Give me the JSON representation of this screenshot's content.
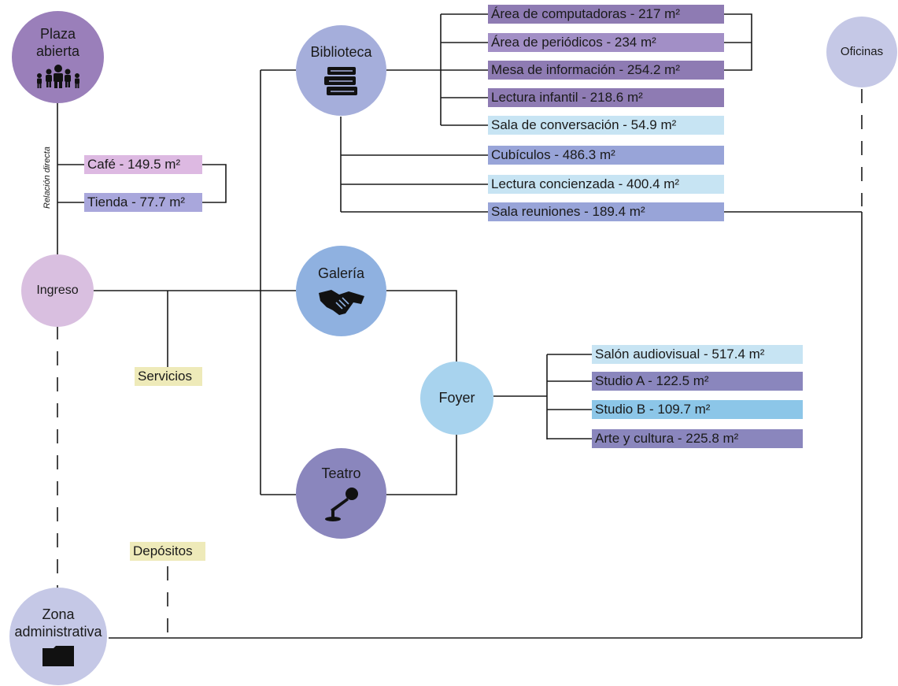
{
  "colors": {
    "line": "#1a1a1a",
    "plaza": "#9a7fba",
    "ingreso": "#d9bfe0",
    "biblioteca": "#a5aedb",
    "galeria": "#8fb1e0",
    "teatro": "#8a86bd",
    "foyer": "#a8d3ee",
    "oficinas": "#c5c8e6",
    "zona": "#c5c8e6",
    "cafe": "#ddb9e2",
    "tienda": "#a9a7dc",
    "yellow": "#eeeab9",
    "violet_dark": "#8e7bb3",
    "violet_mid": "#a28fc6",
    "blue_mid": "#98a4d8",
    "blue_light": "#c7e4f3",
    "blue_sky": "#8cc6e8"
  },
  "nodes": {
    "plaza": {
      "label": "Plaza abierta",
      "icon": "family-icon"
    },
    "ingreso": {
      "label": "Ingreso"
    },
    "biblioteca": {
      "label": "Biblioteca",
      "icon": "books-icon"
    },
    "galeria": {
      "label": "Galería",
      "icon": "handshake-icon"
    },
    "teatro": {
      "label": "Teatro",
      "icon": "microphone-icon"
    },
    "foyer": {
      "label": "Foyer"
    },
    "oficinas": {
      "label": "Oficinas"
    },
    "zona": {
      "label": "Zona administrativa",
      "icon": "folder-icon"
    }
  },
  "relation_label": "Relación directa",
  "boxes": {
    "cafe": "Café - 149.5 m²",
    "tienda": "Tienda - 77.7 m²",
    "servicios": "Servicios",
    "depositos": "Depósitos",
    "computadoras": "Área de computadoras - 217 m²",
    "periodicos": "Área de periódicos - 234 m²",
    "mesa": "Mesa de información - 254.2 m²",
    "infantil": "Lectura infantil - 218.6 m²",
    "conversacion": "Sala de conversación - 54.9 m²",
    "cubiculos": "Cubículos - 486.3 m²",
    "concienzada": "Lectura concienzada - 400.4 m²",
    "reuniones": "Sala reuniones - 189.4 m²",
    "audiovisual": "Salón audiovisual - 517.4 m²",
    "studio_a": "Studio A - 122.5 m²",
    "studio_b": "Studio B - 109.7 m²",
    "arte": "Arte y cultura - 225.8 m²"
  }
}
